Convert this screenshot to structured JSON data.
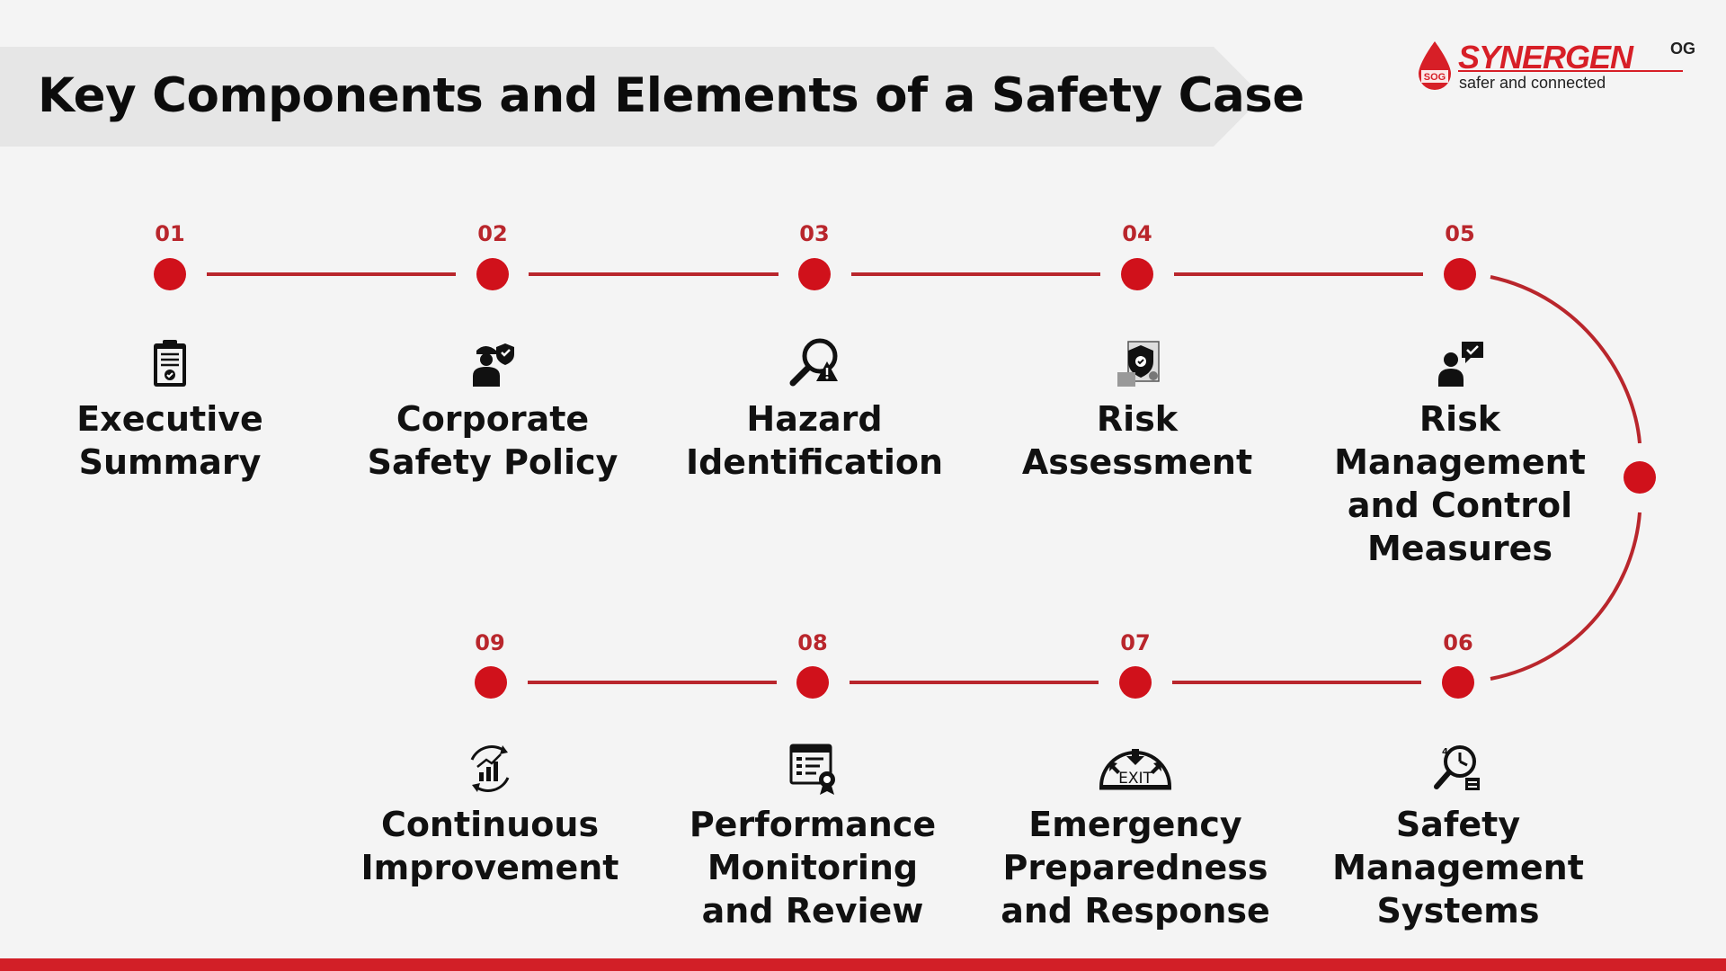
{
  "header": {
    "title": "Key Components and Elements of a Safety Case"
  },
  "logo": {
    "wordmark": "SYNERGEN",
    "superscript": "OG",
    "drop_text": "SOG",
    "tagline": "safer and connected"
  },
  "colors": {
    "accent": "#c8161d",
    "banner": "#e6e6e6",
    "background": "#f4f4f4"
  },
  "steps": [
    {
      "number": "01",
      "label": "Executive\nSummary",
      "icon": "clipboard-icon"
    },
    {
      "number": "02",
      "label": "Corporate\nSafety Policy",
      "icon": "worker-shield-icon"
    },
    {
      "number": "03",
      "label": "Hazard\nIdentification",
      "icon": "magnifier-warning-icon"
    },
    {
      "number": "04",
      "label": "Risk\nAssessment",
      "icon": "shield-document-icon"
    },
    {
      "number": "05",
      "label": "Risk\nManagement\nand Control\nMeasures",
      "icon": "person-checkmark-icon"
    },
    {
      "number": "06",
      "label": "Safety\nManagement\nSystems",
      "icon": "magnifier-clock-icon"
    },
    {
      "number": "07",
      "label": "Emergency\nPreparedness\nand Response",
      "icon": "exit-sign-icon"
    },
    {
      "number": "08",
      "label": "Performance\nMonitoring\nand Review",
      "icon": "report-award-icon"
    },
    {
      "number": "09",
      "label": "Continuous\nImprovement",
      "icon": "growth-cycle-icon"
    }
  ]
}
